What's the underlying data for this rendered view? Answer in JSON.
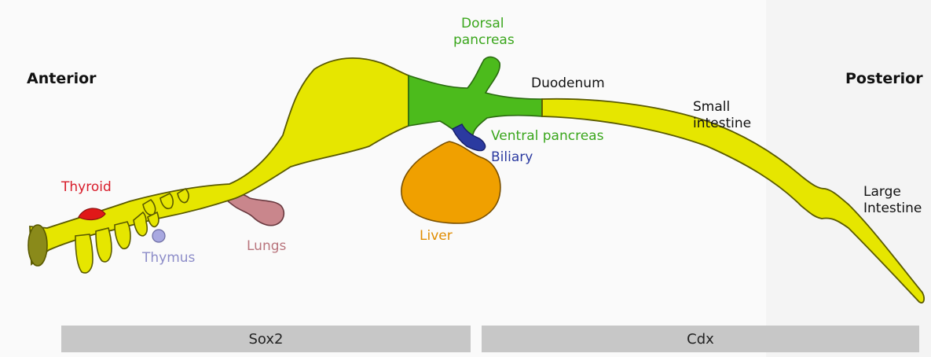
{
  "labels": {
    "anterior": "Anterior",
    "posterior": "Posterior",
    "dorsal_pancreas_l1": "Dorsal",
    "dorsal_pancreas_l2": "pancreas",
    "duodenum": "Duodenum",
    "small_intestine_l1": "Small",
    "small_intestine_l2": "intestine",
    "ventral_pancreas": "Ventral pancreas",
    "biliary": "Biliary",
    "thyroid": "Thyroid",
    "thymus": "Thymus",
    "lungs": "Lungs",
    "liver": "Liver",
    "large_intestine_l1": "Large",
    "large_intestine_l2": "Intestine"
  },
  "bars": {
    "sox2": "Sox2",
    "cdx": "Cdx"
  },
  "colors": {
    "gut_tube": "#e6e600",
    "outline": "#5a5a00",
    "green_region": "#4cbb1c",
    "liver": "#f0a000",
    "biliary": "#2b3aa0",
    "thyroid": "#e01818",
    "thymus": "#a8a8e0",
    "lungs": "#c9868c",
    "label_green": "#3aa61c",
    "label_blue": "#2b3aa0",
    "label_red": "#d81c2a",
    "label_orange": "#e08c00",
    "label_lungs": "#b8747c",
    "label_thymus": "#8c8cc8"
  }
}
